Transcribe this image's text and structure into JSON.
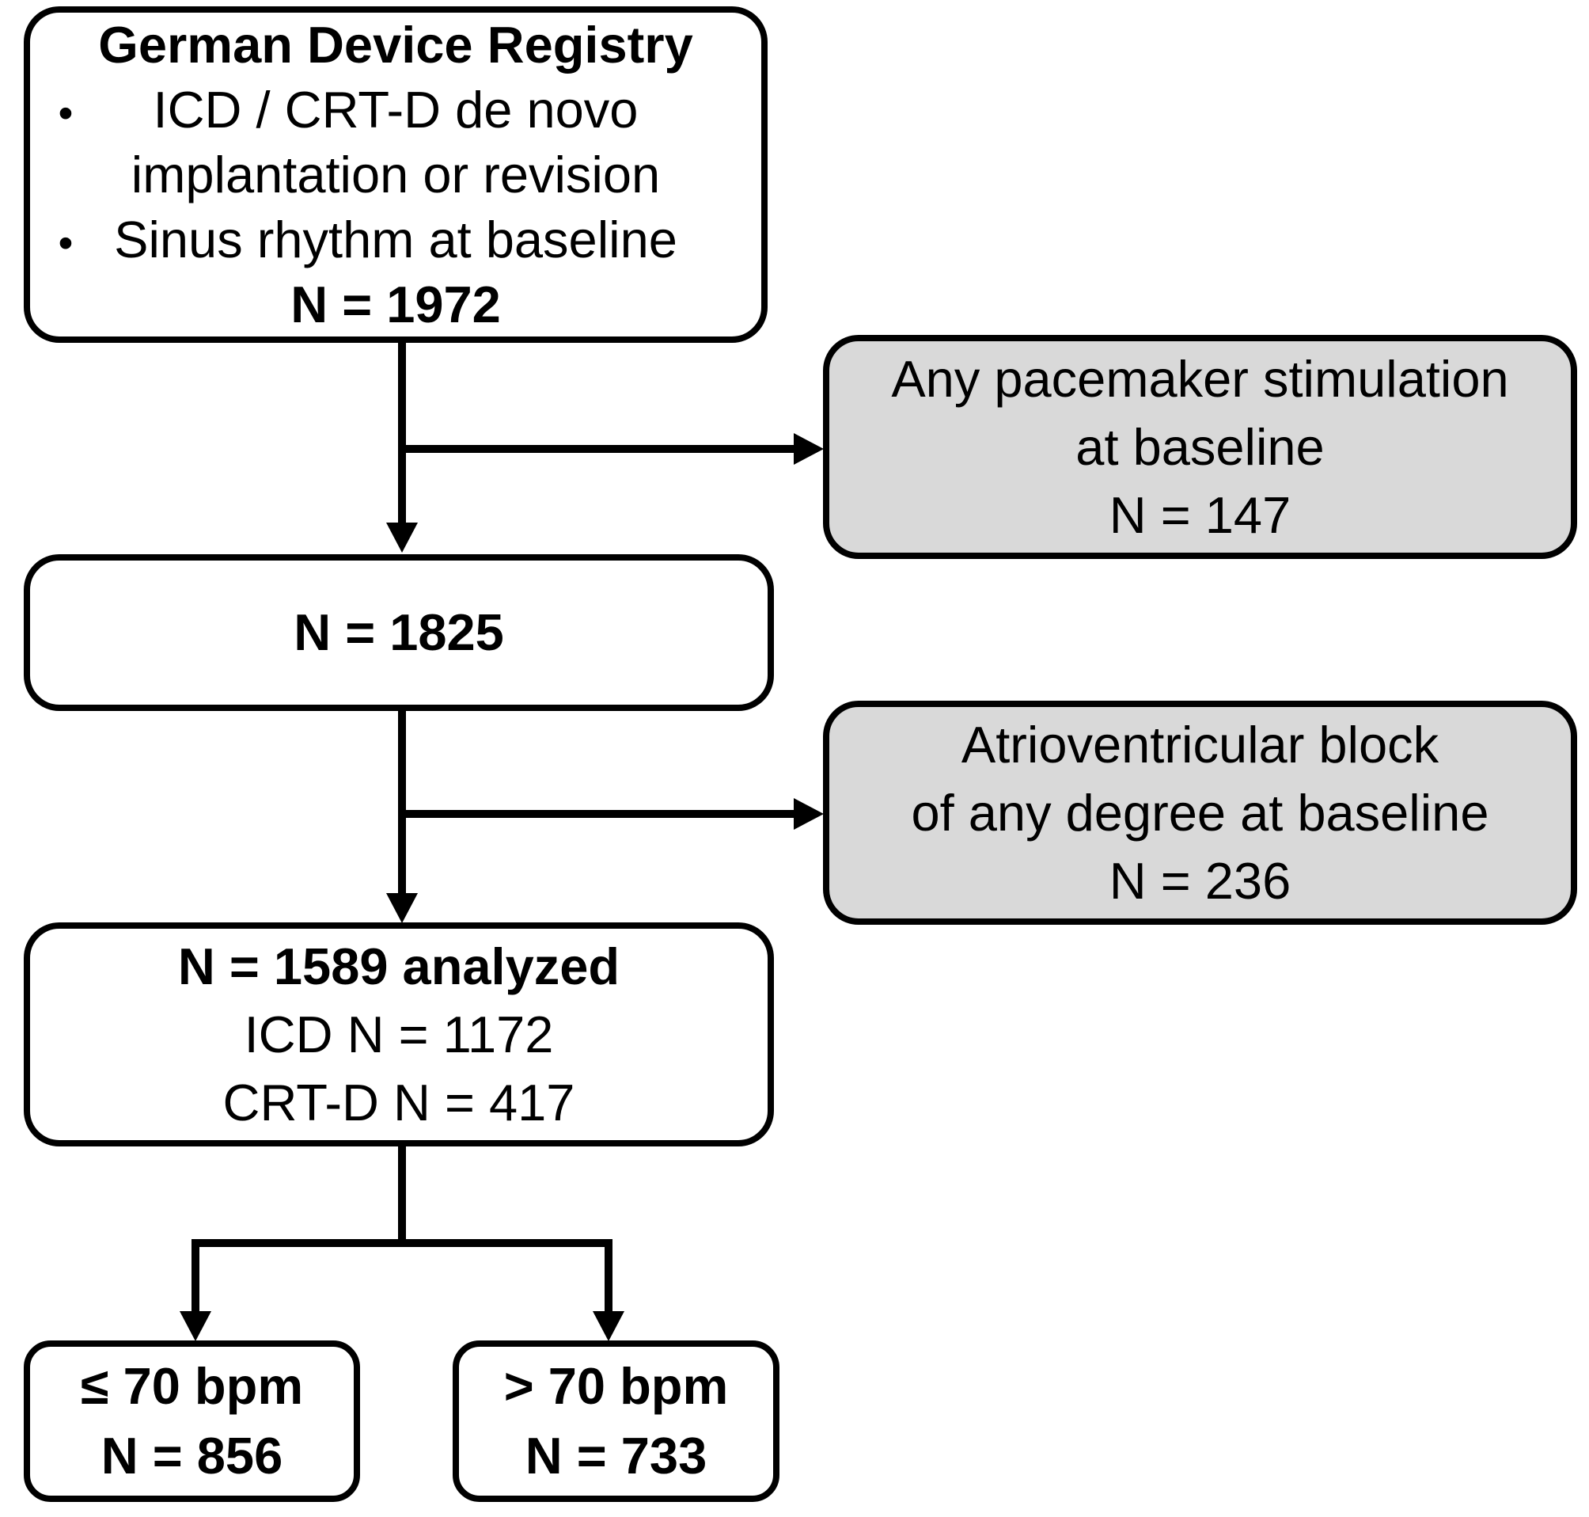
{
  "colors": {
    "background": "#ffffff",
    "line": "#000000",
    "text": "#000000",
    "included_box_fill": "#ffffff",
    "excluded_box_fill": "#d9d9d9"
  },
  "bullet_glyph": "•",
  "registry": {
    "title": "German Device Registry",
    "bullet1_line1": "ICD / CRT-D de novo",
    "bullet1_line2": "implantation or revision",
    "bullet2": "Sinus rhythm at baseline",
    "count": "N = 1972"
  },
  "excluded_pacemaker": {
    "line1": "Any pacemaker stimulation",
    "line2": "at baseline",
    "count": "N = 147"
  },
  "cohort_after_pacemaker_exclusion": {
    "count": "N = 1825"
  },
  "excluded_av_block": {
    "line1": "Atrioventricular block",
    "line2": "of any degree at baseline",
    "count": "N = 236"
  },
  "analyzed": {
    "line1": "N = 1589 analyzed",
    "line2": "ICD N = 1172",
    "line3": "CRT-D N = 417"
  },
  "group_le_70": {
    "line1": "≤ 70 bpm",
    "count": "N = 856"
  },
  "group_gt_70": {
    "line1": "> 70 bpm",
    "count": "N = 733"
  }
}
